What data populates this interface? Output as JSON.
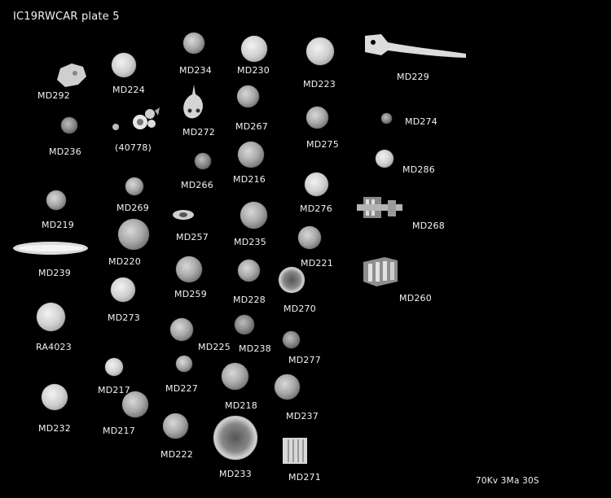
{
  "plate": {
    "title": "IC19RWCAR plate 5",
    "settings": "70Kv 3Ma 30S"
  },
  "labels": {
    "md292": "MD292",
    "md224": "MD224",
    "md234": "MD234",
    "md230": "MD230",
    "md223": "MD223",
    "md229": "MD229",
    "md236": "MD236",
    "n40778": "(40778)",
    "md272": "MD272",
    "md267": "MD267",
    "md275": "MD275",
    "md274": "MD274",
    "md266": "MD266",
    "md216": "MD216",
    "md286": "MD286",
    "md219": "MD219",
    "md269": "MD269",
    "md257": "MD257",
    "md235": "MD235",
    "md276": "MD276",
    "md268": "MD268",
    "md239": "MD239",
    "md220": "MD220",
    "md221": "MD221",
    "md259": "MD259",
    "md228": "MD228",
    "md270": "MD270",
    "md260": "MD260",
    "md273": "MD273",
    "ra4023": "RA4023",
    "md225": "MD225",
    "md238": "MD238",
    "md277": "MD277",
    "md217a": "MD217",
    "md227": "MD227",
    "md218": "MD218",
    "md237": "MD237",
    "md232": "MD232",
    "md217b": "MD217",
    "md222": "MD222",
    "md233": "MD233",
    "md271": "MD271"
  }
}
